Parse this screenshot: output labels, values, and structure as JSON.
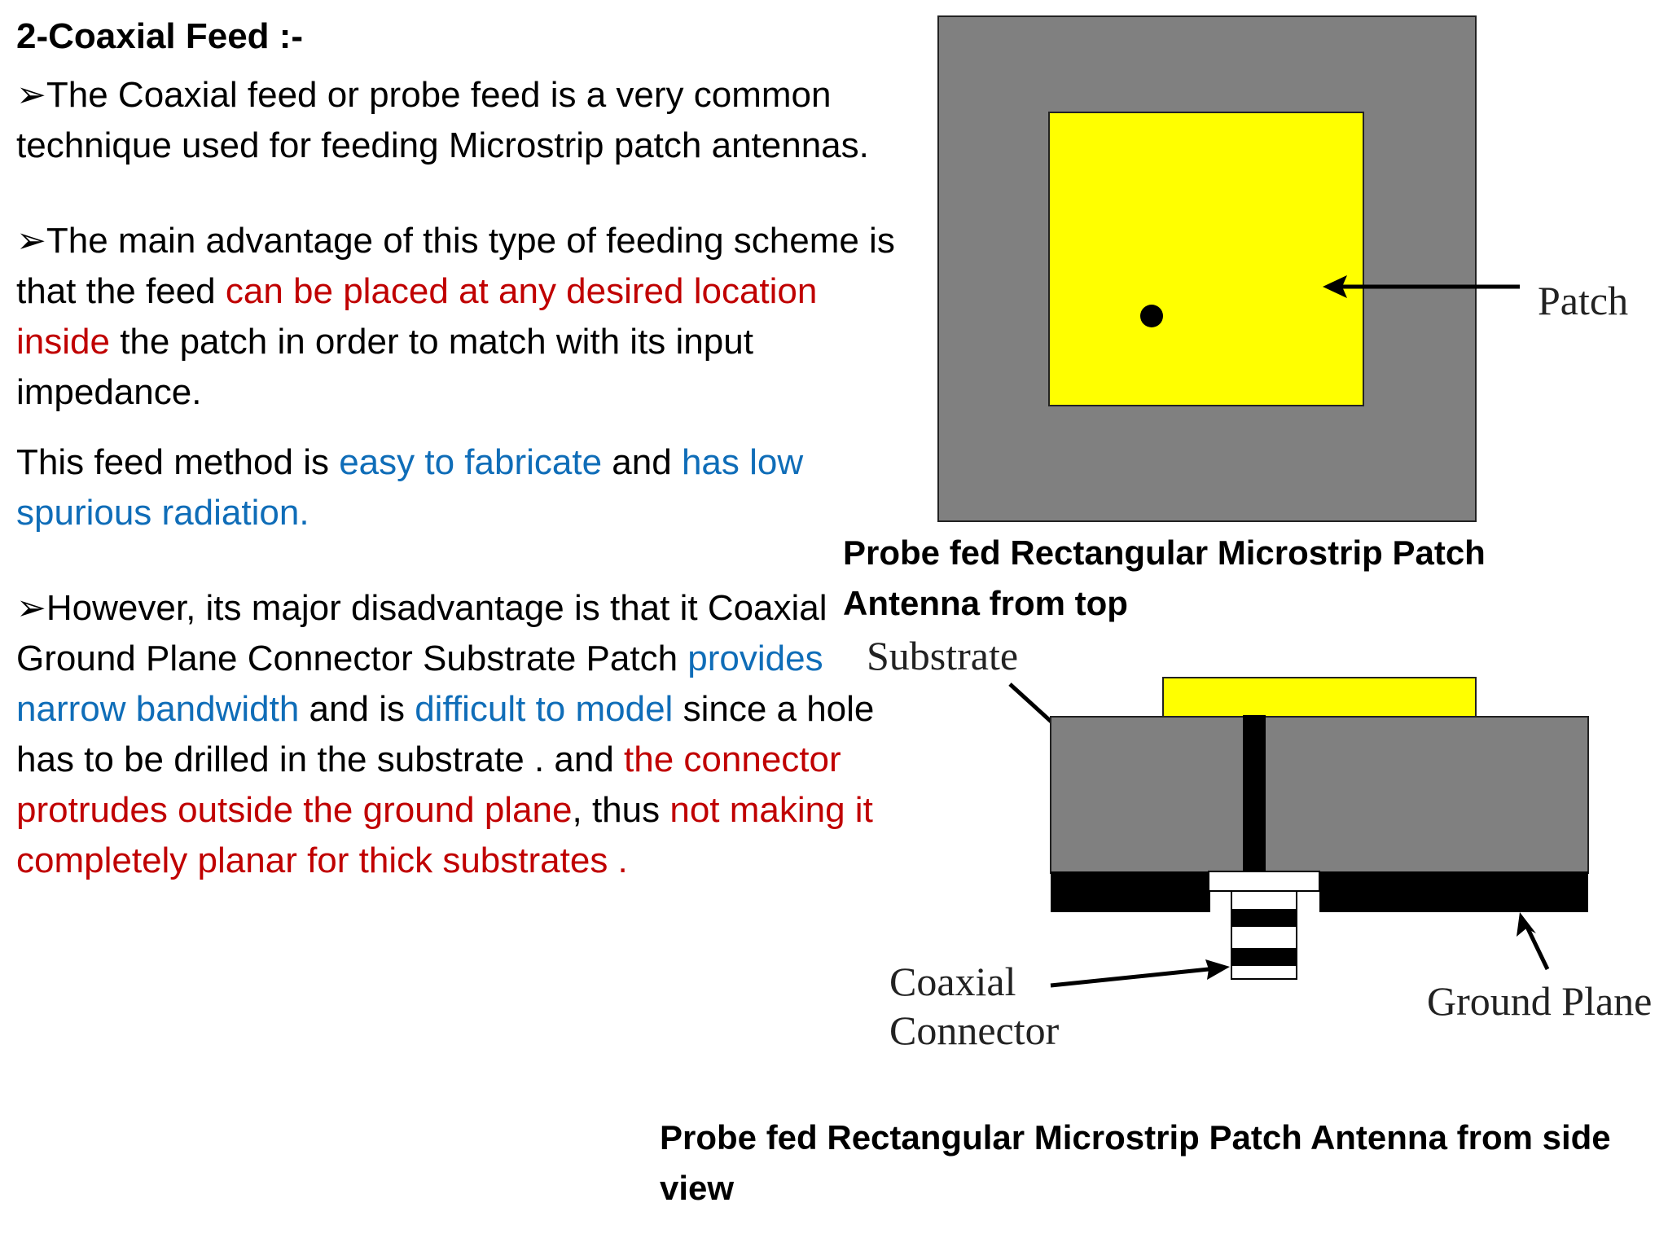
{
  "heading": "2-Coaxial Feed :-",
  "bullet_glyph": "➢",
  "paragraphs": {
    "p1": "The Coaxial feed or probe feed is a very common technique used for feeding Microstrip patch antennas.",
    "p2": {
      "a": "The main advantage of this type of feeding scheme is that the feed ",
      "b": "can be placed at any desired location inside",
      "c": " the patch in order to match with its input impedance."
    },
    "p3": {
      "a": "This feed method is ",
      "b": "easy to fabricate",
      "c": " and ",
      "d": "has low spurious radiation."
    },
    "p4": {
      "a": "However, its major disadvantage is that it Coaxial Ground Plane Connector Substrate Patch ",
      "b": "provides narrow bandwidth",
      "c": " and is ",
      "d": "difficult to model",
      "e": " since a hole has to be drilled in the substrate . and ",
      "f": "the connector protrudes outside the ground plane",
      "g": ", thus ",
      "h": "not making it completely planar for thick substrates ."
    }
  },
  "top_view": {
    "label_patch": "Patch",
    "caption": "Probe fed Rectangular Microstrip Patch Antenna from top"
  },
  "side_view": {
    "label_substrate": "Substrate",
    "label_coaxial_line1": "Coaxial",
    "label_coaxial_line2": "Connector",
    "label_ground": "Ground Plane",
    "caption": "Probe fed Rectangular Microstrip Patch Antenna from side view"
  },
  "colors": {
    "emphasis_red": "#c00000",
    "emphasis_blue": "#0f6db8",
    "patch_yellow": "#ffff00",
    "substrate_gray": "#808080"
  }
}
